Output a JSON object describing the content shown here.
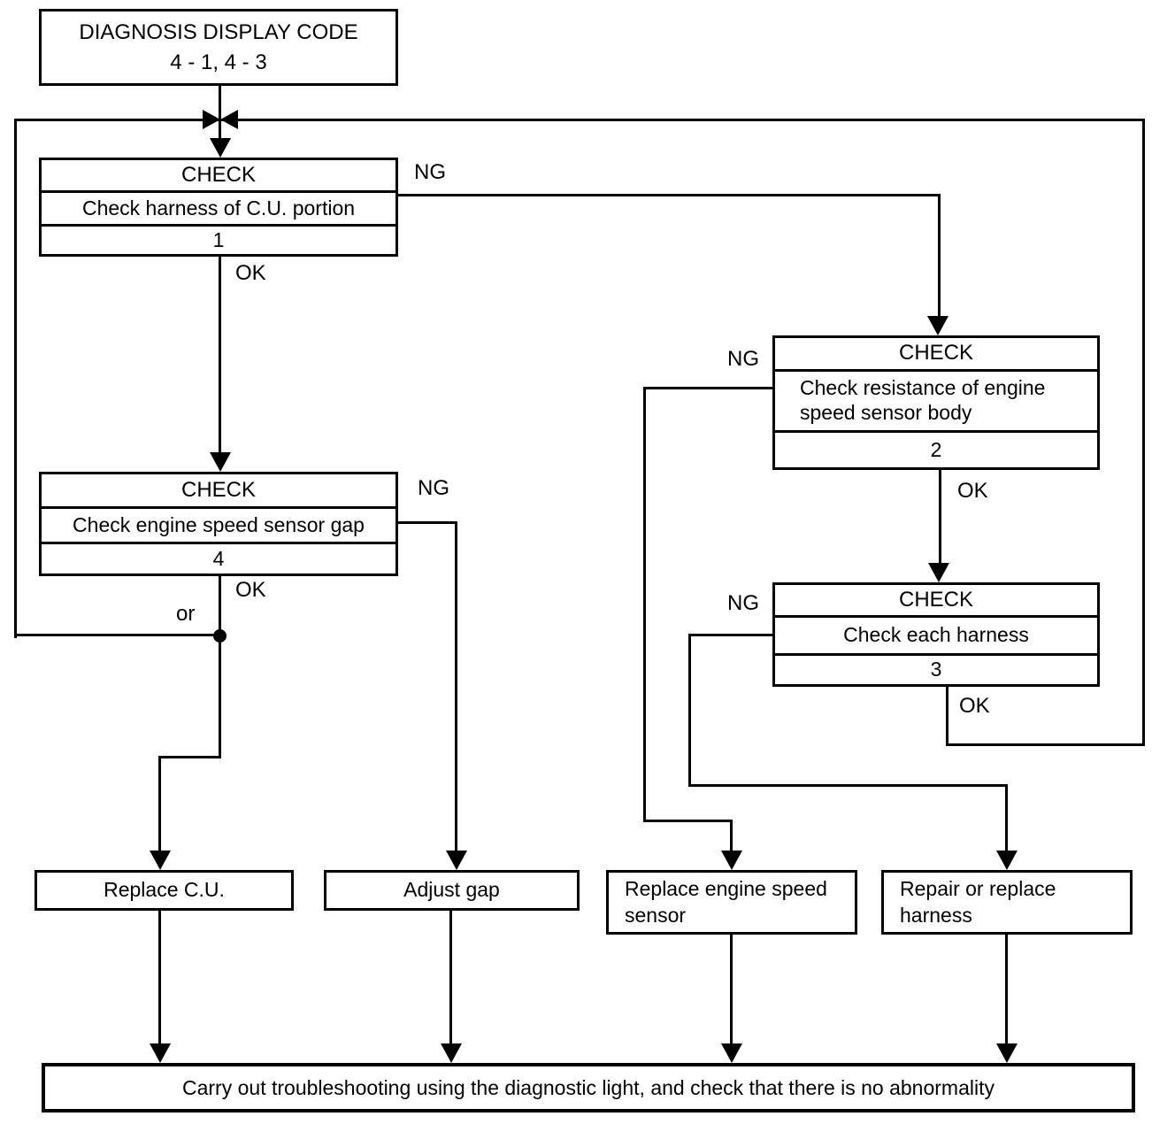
{
  "title": {
    "line1": "DIAGNOSIS DISPLAY CODE",
    "line2": "4 - 1, 4 - 3"
  },
  "labels": {
    "ng": "NG",
    "ok": "OK",
    "or": "or"
  },
  "check1": {
    "header": "CHECK",
    "desc": "Check harness of C.U. portion",
    "step": "1"
  },
  "check2": {
    "header": "CHECK",
    "desc": "Check resistance of engine speed sensor body",
    "step": "2"
  },
  "check3": {
    "header": "CHECK",
    "desc": "Check each harness",
    "step": "3"
  },
  "check4": {
    "header": "CHECK",
    "desc": "Check engine speed sensor gap",
    "step": "4"
  },
  "actions": {
    "replace_cu": "Replace C.U.",
    "adjust_gap": "Adjust gap",
    "replace_sensor": "Replace engine speed sensor",
    "repair_harness": "Repair or replace harness"
  },
  "final_instruction": "Carry out troubleshooting using the diagnostic light, and check that there is no abnormality",
  "colors": {
    "line": "#000000",
    "background": "#ffffff"
  }
}
